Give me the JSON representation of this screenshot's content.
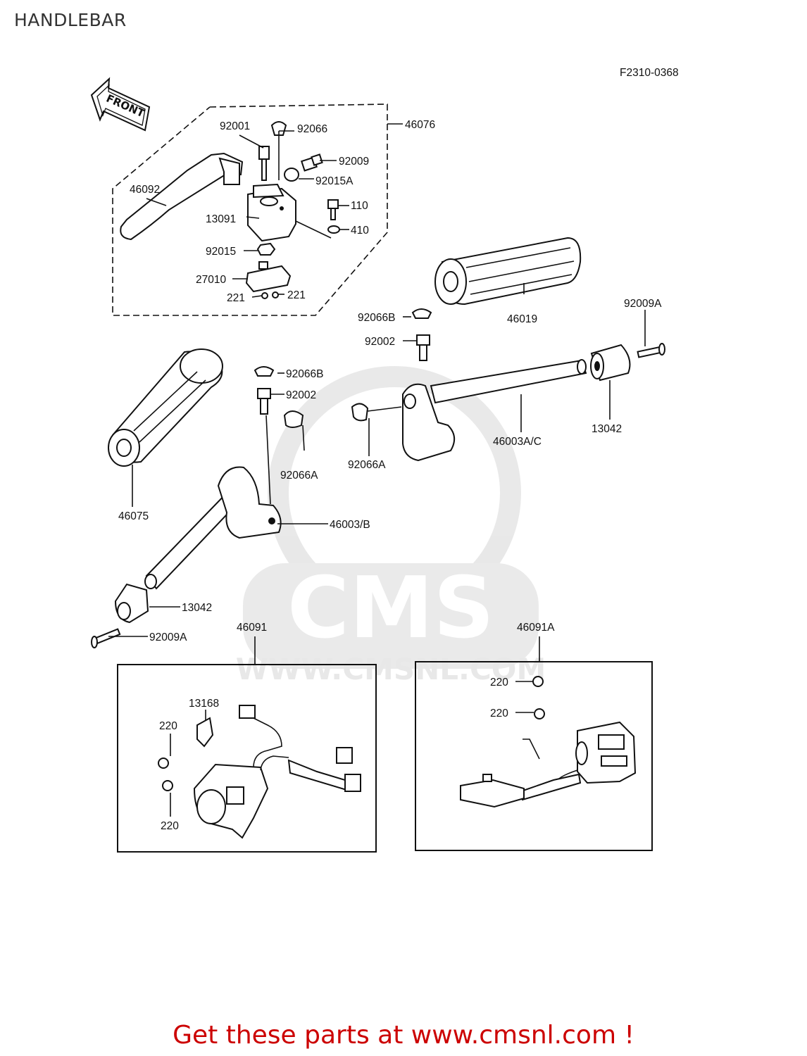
{
  "page": {
    "title": "HANDLEBAR",
    "figure_code": "F2310-0368",
    "footer": "Get these parts at www.cmsnl.com !",
    "footer_color": "#cc0000",
    "watermark": "CMS",
    "watermark_url": "WWW.CMSNL.COM"
  },
  "arrow": {
    "label": "FRONT"
  },
  "labels": {
    "p92001": "92001",
    "p92066": "92066",
    "p46076": "46076",
    "p92009": "92009",
    "p92015A": "92015A",
    "p46092": "46092",
    "p110": "110",
    "p13091": "13091",
    "p410": "410",
    "p92015": "92015",
    "p27010": "27010",
    "p221a": "221",
    "p221b": "221",
    "p92066B_r": "92066B",
    "p92002_r": "92002",
    "p46019": "46019",
    "p92009A_r": "92009A",
    "p92066B_l": "92066B",
    "p92002_l": "92002",
    "p92066A_r": "92066A",
    "p46003AC": "46003A/C",
    "p13042_r": "13042",
    "p92066A_l": "92066A",
    "p46075": "46075",
    "p46003B": "46003/B",
    "p13042_l": "13042",
    "p92009A_l": "92009A",
    "p46091": "46091",
    "p46091A": "46091A",
    "p13168": "13168",
    "p220a": "220",
    "p220b": "220",
    "p220c": "220",
    "p220d": "220"
  }
}
